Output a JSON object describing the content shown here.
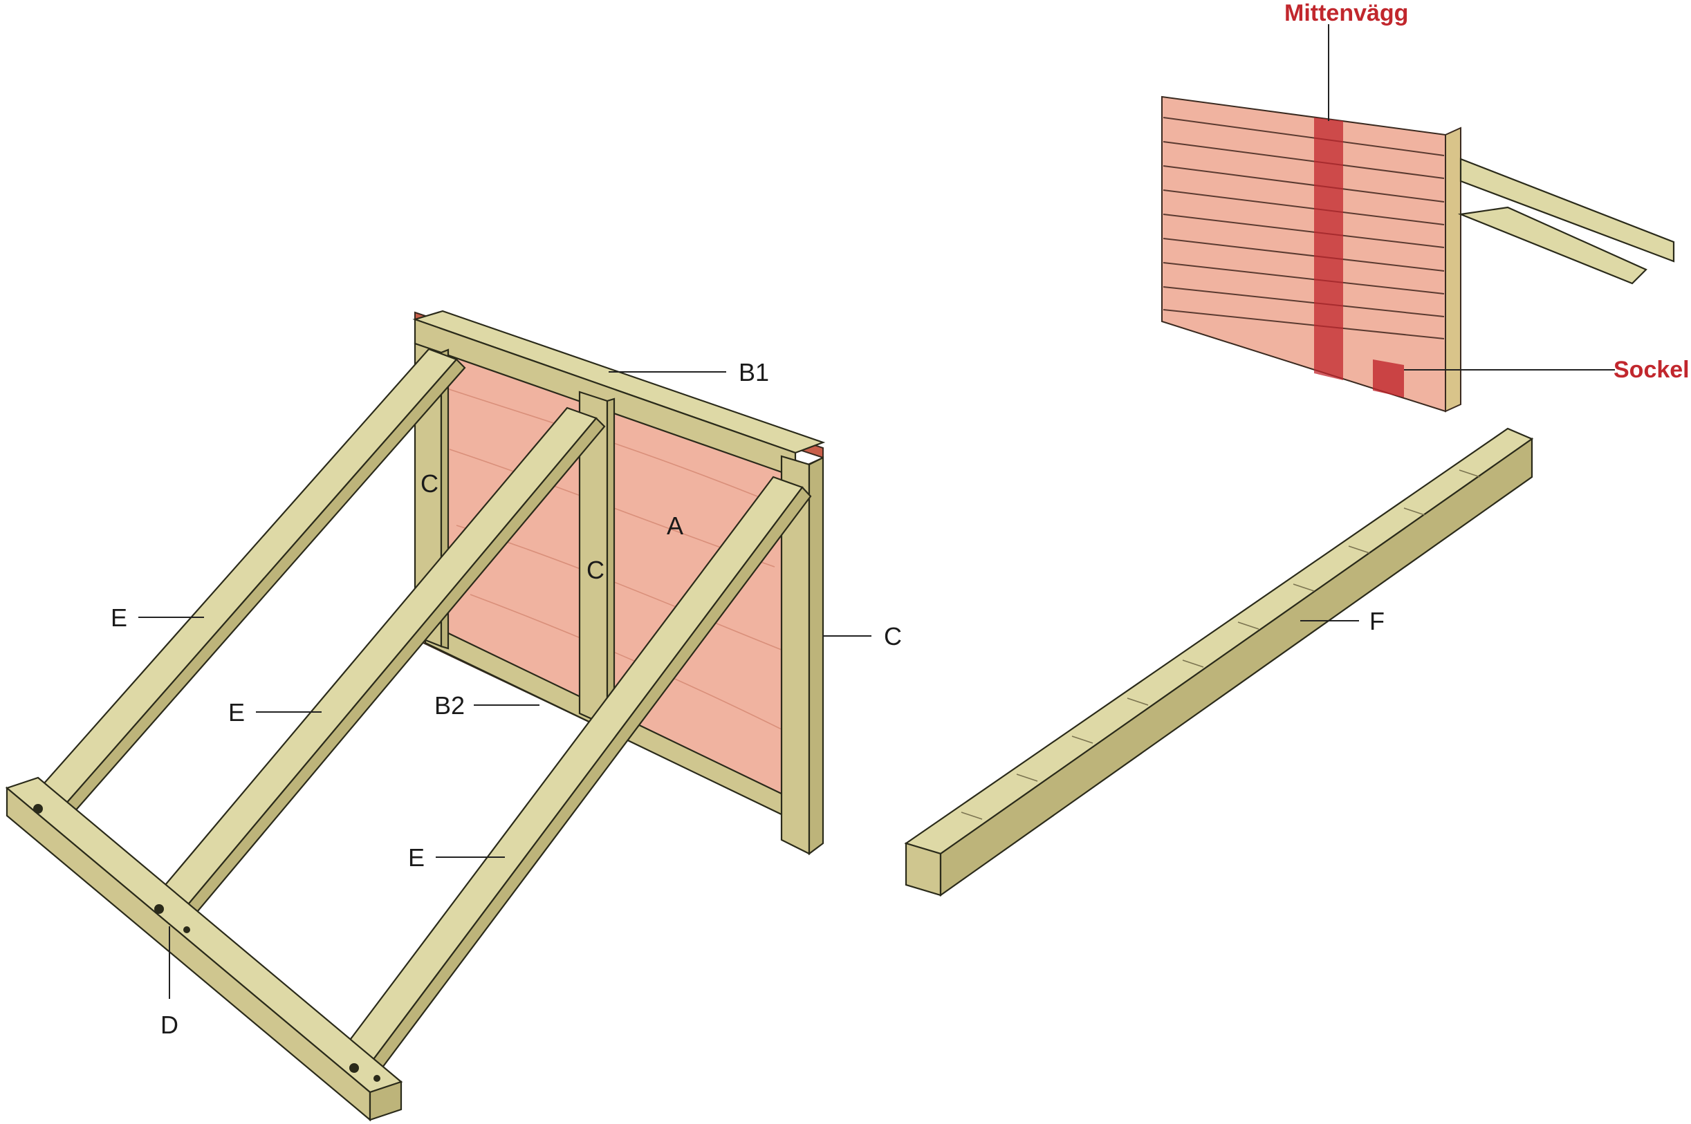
{
  "labels": {
    "b1": "B1",
    "c_left": "C",
    "a": "A",
    "c_mid": "C",
    "c_right": "C",
    "e_upper": "E",
    "e_middle": "E",
    "b2": "B2",
    "e_lower": "E",
    "d": "D",
    "f": "F",
    "mittenvagg": "Mittenvägg",
    "sockel": "Sockel"
  },
  "colors": {
    "wood": "#cfc68f",
    "panel": "#f0b3a0",
    "highlight": "#c1272d"
  }
}
